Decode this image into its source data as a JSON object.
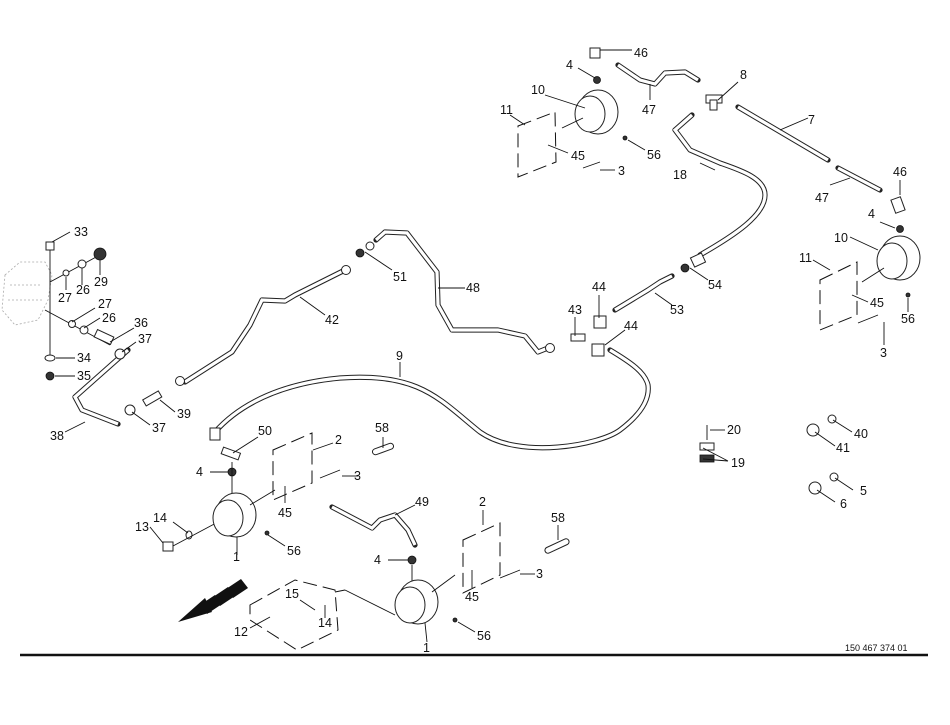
{
  "diagram": {
    "type": "exploded-parts-diagram",
    "subject": "brake air lines and brake chambers",
    "document_number": "150 467 374 01",
    "callouts": [
      {
        "id": "c33",
        "text": "33"
      },
      {
        "id": "c29",
        "text": "29"
      },
      {
        "id": "c27a",
        "text": "27"
      },
      {
        "id": "c26a",
        "text": "26"
      },
      {
        "id": "c27b",
        "text": "27"
      },
      {
        "id": "c26b",
        "text": "26"
      },
      {
        "id": "c36",
        "text": "36"
      },
      {
        "id": "c37a",
        "text": "37"
      },
      {
        "id": "c34",
        "text": "34"
      },
      {
        "id": "c35",
        "text": "35"
      },
      {
        "id": "c38",
        "text": "38"
      },
      {
        "id": "c37b",
        "text": "37"
      },
      {
        "id": "c39",
        "text": "39"
      },
      {
        "id": "c42",
        "text": "42"
      },
      {
        "id": "c51",
        "text": "51"
      },
      {
        "id": "c48",
        "text": "48"
      },
      {
        "id": "c9",
        "text": "9"
      },
      {
        "id": "c43",
        "text": "43"
      },
      {
        "id": "c44a",
        "text": "44"
      },
      {
        "id": "c44b",
        "text": "44"
      },
      {
        "id": "c53",
        "text": "53"
      },
      {
        "id": "c54",
        "text": "54"
      },
      {
        "id": "c18",
        "text": "18"
      },
      {
        "id": "c46a",
        "text": "46"
      },
      {
        "id": "c4a",
        "text": "4"
      },
      {
        "id": "c10a",
        "text": "10"
      },
      {
        "id": "c11a",
        "text": "11"
      },
      {
        "id": "c45a",
        "text": "45"
      },
      {
        "id": "c56a",
        "text": "56"
      },
      {
        "id": "c3a",
        "text": "3"
      },
      {
        "id": "c47a",
        "text": "47"
      },
      {
        "id": "c8",
        "text": "8"
      },
      {
        "id": "c7",
        "text": "7"
      },
      {
        "id": "c47b",
        "text": "47"
      },
      {
        "id": "c46b",
        "text": "46"
      },
      {
        "id": "c4b",
        "text": "4"
      },
      {
        "id": "c10b",
        "text": "10"
      },
      {
        "id": "c11b",
        "text": "11"
      },
      {
        "id": "c45b",
        "text": "45"
      },
      {
        "id": "c56b",
        "text": "56"
      },
      {
        "id": "c3b",
        "text": "3"
      },
      {
        "id": "c20",
        "text": "20"
      },
      {
        "id": "c19",
        "text": "19"
      },
      {
        "id": "c40",
        "text": "40"
      },
      {
        "id": "c41",
        "text": "41"
      },
      {
        "id": "c5",
        "text": "5"
      },
      {
        "id": "c6",
        "text": "6"
      },
      {
        "id": "c50",
        "text": "50"
      },
      {
        "id": "c4c",
        "text": "4"
      },
      {
        "id": "c2a",
        "text": "2"
      },
      {
        "id": "c58a",
        "text": "58"
      },
      {
        "id": "c3c",
        "text": "3"
      },
      {
        "id": "c45c",
        "text": "45"
      },
      {
        "id": "c14a",
        "text": "14"
      },
      {
        "id": "c13",
        "text": "13"
      },
      {
        "id": "c1a",
        "text": "1"
      },
      {
        "id": "c56c",
        "text": "56"
      },
      {
        "id": "c49",
        "text": "49"
      },
      {
        "id": "c4d",
        "text": "4"
      },
      {
        "id": "c2b",
        "text": "2"
      },
      {
        "id": "c58b",
        "text": "58"
      },
      {
        "id": "c3d",
        "text": "3"
      },
      {
        "id": "c45d",
        "text": "45"
      },
      {
        "id": "c15",
        "text": "15"
      },
      {
        "id": "c14b",
        "text": "14"
      },
      {
        "id": "c12",
        "text": "12"
      },
      {
        "id": "c1b",
        "text": "1"
      },
      {
        "id": "c56d",
        "text": "56"
      }
    ]
  }
}
